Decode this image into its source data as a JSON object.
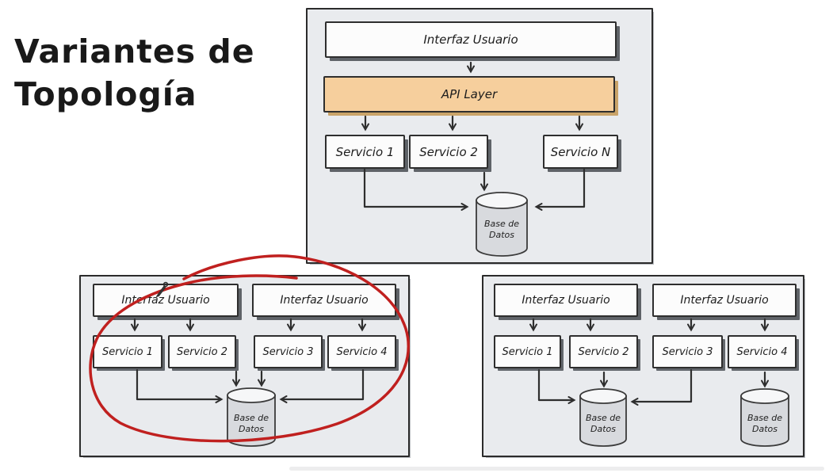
{
  "title": "Variantes de\nTopología",
  "colors": {
    "panel_bg": "#e9ebee",
    "api_layer_fill": "#f6cf9d",
    "annotation_red": "#c0201f",
    "box_fill": "#fcfcfc",
    "stroke_dark": "#2e2e2e",
    "cylinder_fill": "#d8dade",
    "cylinder_top_fill": "#f6f7f8"
  },
  "diagrams": {
    "top": {
      "ui_box": "Interfaz Usuario",
      "api_box": "API Layer",
      "services": [
        "Servicio 1",
        "Servicio 2",
        "Servicio N"
      ],
      "database": "Base de\nDatos"
    },
    "bottom_left": {
      "ui_boxes": [
        "Interfaz Usuario",
        "Interfaz Usuario"
      ],
      "services": [
        "Servicio 1",
        "Servicio 2",
        "Servicio 3",
        "Servicio 4"
      ],
      "database": "Base de\nDatos"
    },
    "bottom_right": {
      "ui_boxes": [
        "Interfaz Usuario",
        "Interfaz Usuario"
      ],
      "services": [
        "Servicio 1",
        "Servicio 2",
        "Servicio 3",
        "Servicio 4"
      ],
      "databases": [
        "Base de\nDatos",
        "Base de\nDatos"
      ]
    }
  }
}
